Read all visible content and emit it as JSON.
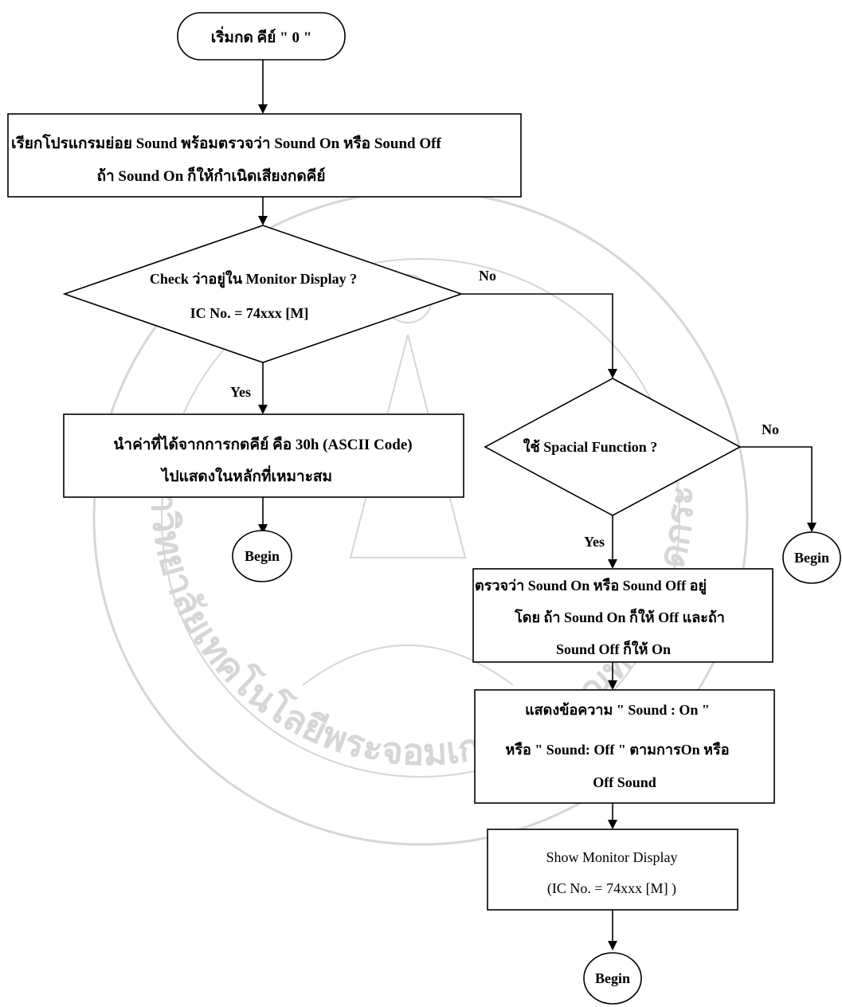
{
  "flowchart": {
    "start": "เริ่มกด คีย์ \" 0 \"",
    "call_sound": {
      "line1": "เรียกโปรแกรมย่อย Sound พร้อมตรวจว่า Sound On หรือ Sound Off",
      "line2": "ถ้า  Sound On  ก็ให้กำเนิดเสียงกดคีย์"
    },
    "check_monitor": {
      "line1": "Check ว่าอยู่ใน Monitor Display  ?",
      "line2": "IC  No. = 74xxx [M]"
    },
    "check_monitor_no": "No",
    "check_monitor_yes": "Yes",
    "show_key": {
      "line1": "นำค่าที่ได้จากการกดคีย์ คือ 30h (ASCII Code)",
      "line2": "ไปแสดงในหลักที่เหมาะสม"
    },
    "begin_left": "Begin",
    "check_special": "ใช้ Spacial Function  ?",
    "check_special_no": "No",
    "check_special_yes": "Yes",
    "begin_right": "Begin",
    "toggle_sound": {
      "line1": "ตรวจว่า Sound On หรือ Sound Off อยู่",
      "line2": "โดย ถ้า Sound On ก็ให้  Off และถ้า",
      "line3": "Sound Off ก็ให้ On"
    },
    "show_message": {
      "line1": "แสดงข้อความ \" Sound : On \"",
      "line2": "หรือ \" Sound: Off \"  ตามการOn  หรือ",
      "line3": "Off Sound"
    },
    "show_monitor": {
      "line1": "Show Monitor Display",
      "line2": "(IC No. = 74xxx [M] )"
    },
    "begin_bottom": "Begin"
  },
  "watermark": {
    "text": "มหาวิทยาลัยเทคโนโลยีพระจอมเกล้าเจ้าคุณทหารลาดกระบัง"
  }
}
